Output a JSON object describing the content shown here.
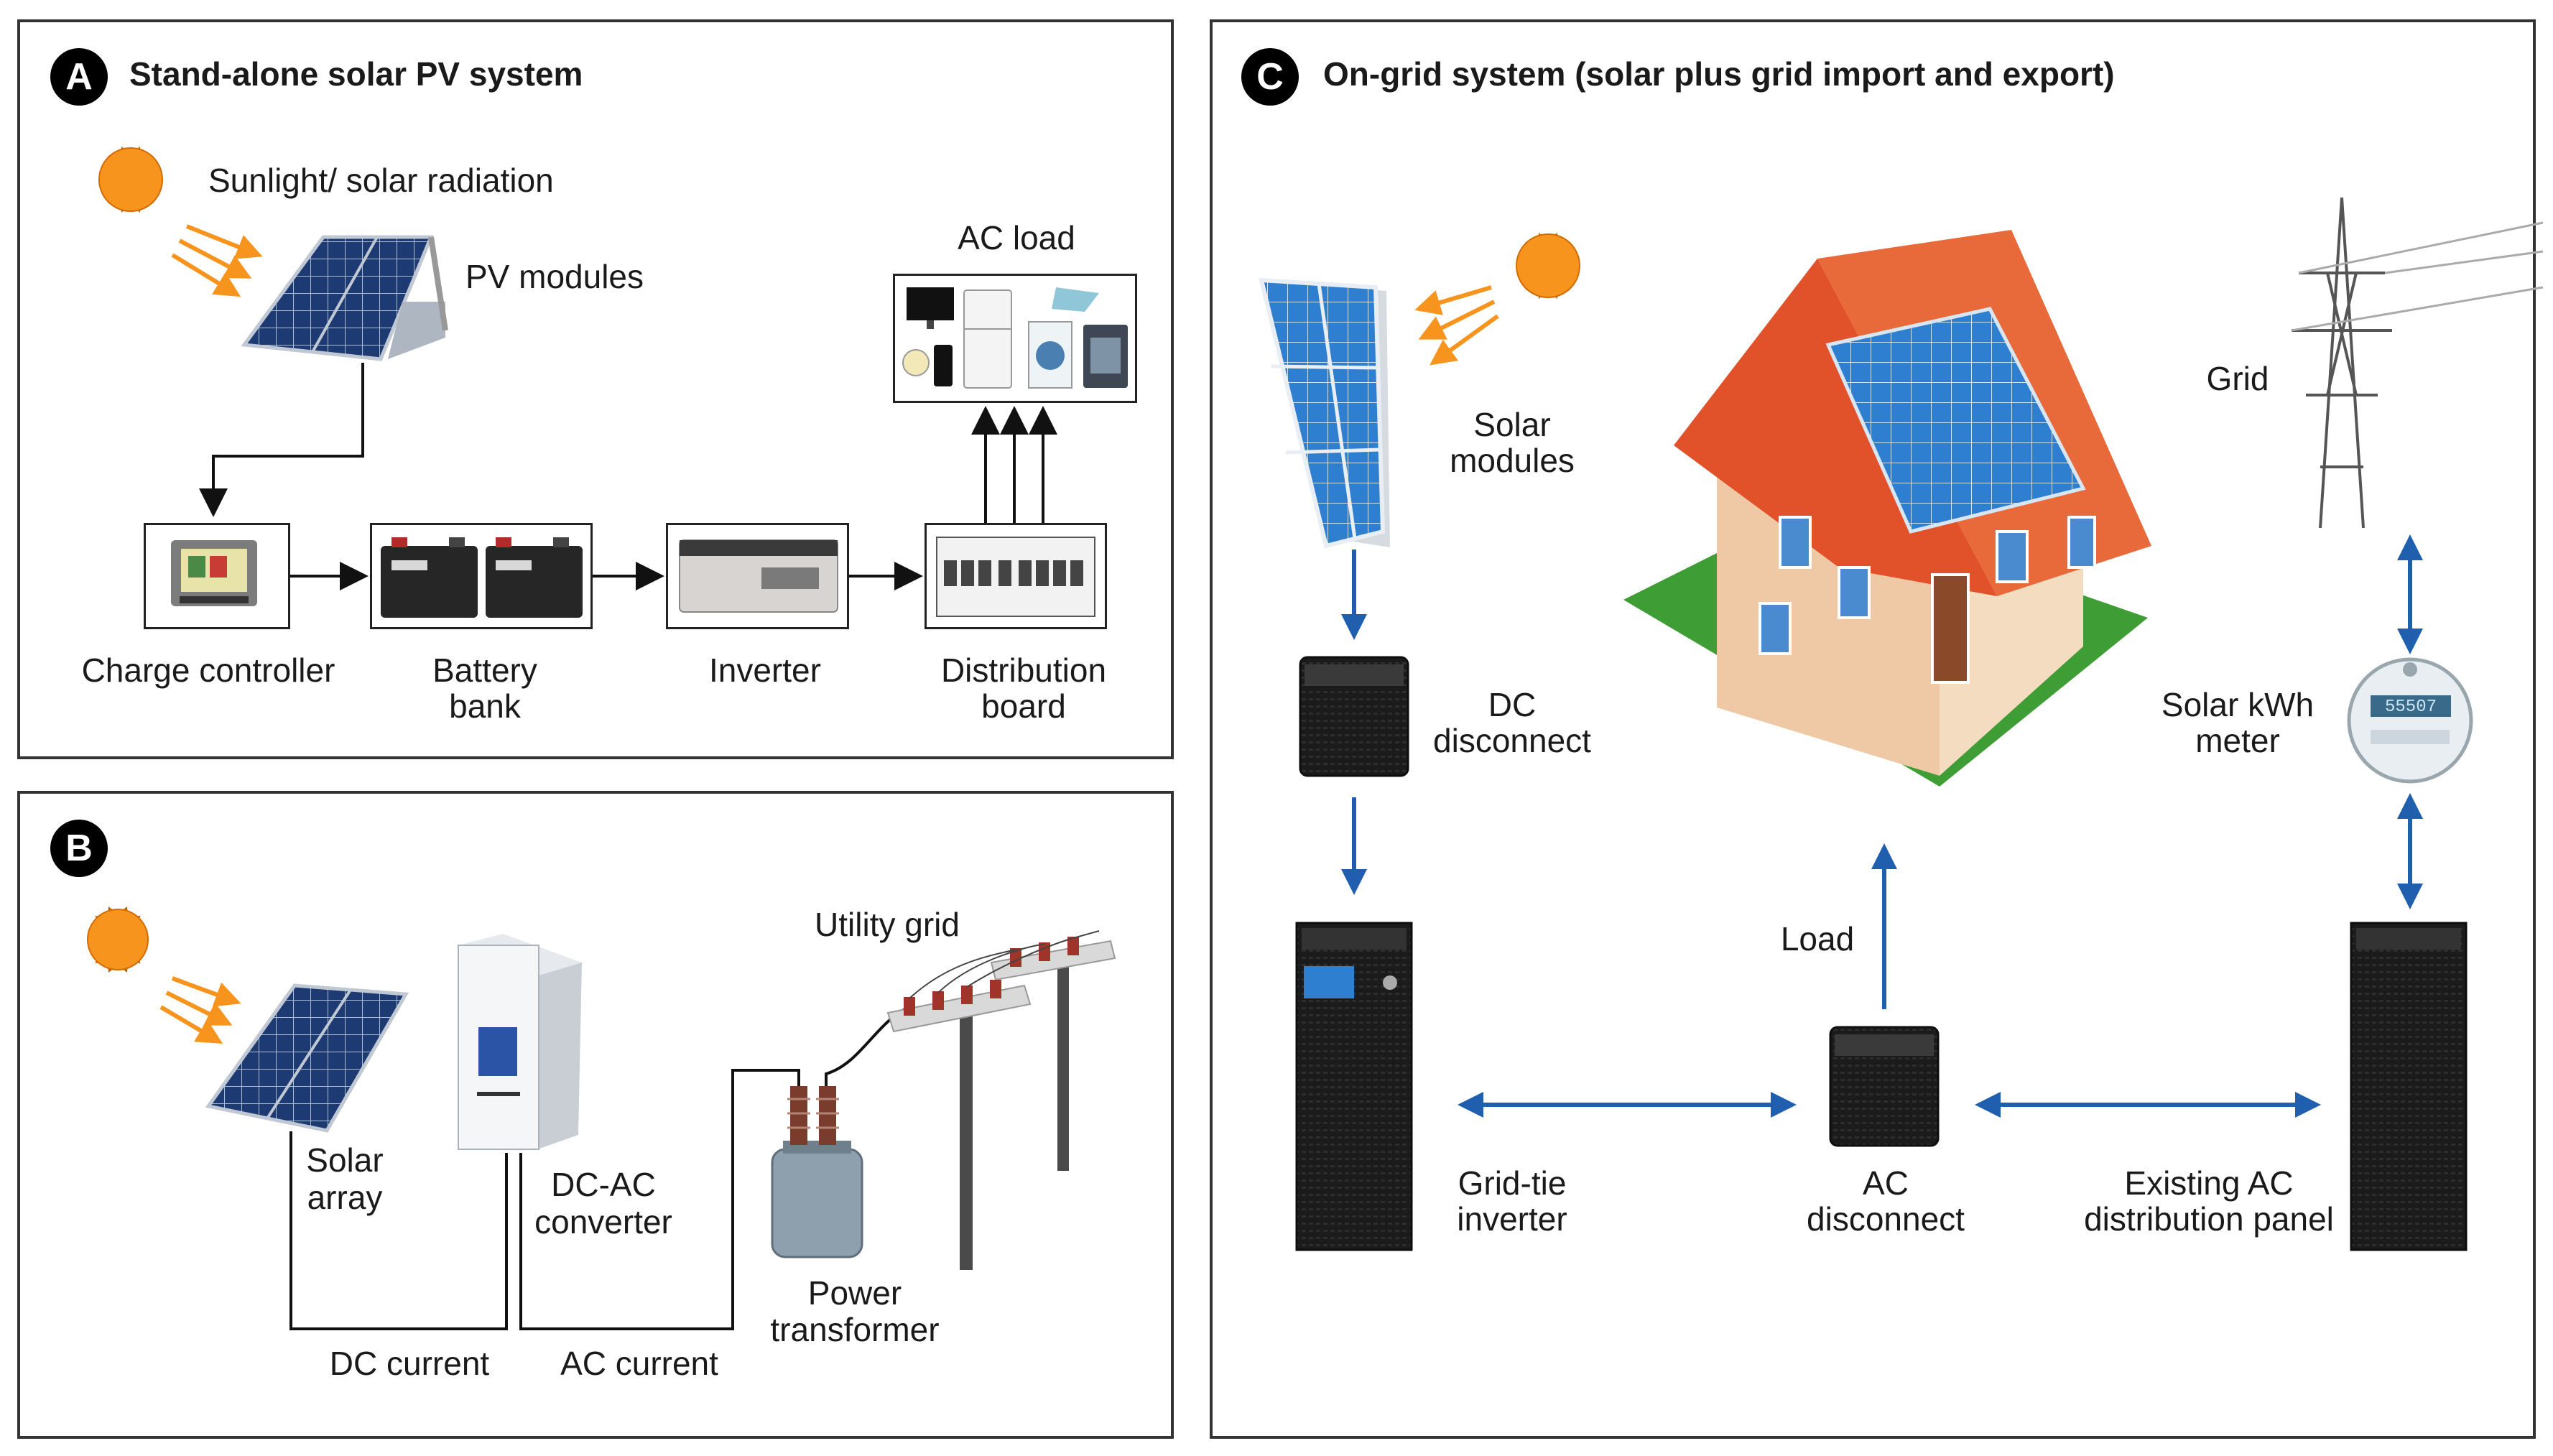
{
  "panel_a": {
    "badge": "A",
    "title": "Stand-alone solar PV system",
    "sunlight_label": "Sunlight/ solar radiation",
    "pv_modules_label": "PV modules",
    "ac_load_label": "AC load",
    "charge_controller_label": "Charge controller",
    "battery_bank_label": [
      "Battery",
      "bank"
    ],
    "inverter_label": "Inverter",
    "distribution_board_label": [
      "Distribution",
      "board"
    ]
  },
  "panel_b": {
    "badge": "B",
    "utility_grid_label": "Utility grid",
    "solar_array_label": [
      "Solar",
      "array"
    ],
    "dc_ac_converter_label": [
      "DC-AC",
      "converter"
    ],
    "power_transformer_label": [
      "Power",
      "transformer"
    ],
    "dc_current_label": "DC current",
    "ac_current_label": "AC current"
  },
  "panel_c": {
    "badge": "C",
    "title": "On-grid system (solar plus grid import and export)",
    "solar_modules_label": [
      "Solar",
      "modules"
    ],
    "grid_label": "Grid",
    "dc_disconnect_label": [
      "DC",
      "disconnect"
    ],
    "solar_kwh_meter_label": [
      "Solar kWh",
      "meter"
    ],
    "load_label": "Load",
    "grid_tie_inverter_label": [
      "Grid-tie",
      "inverter"
    ],
    "ac_disconnect_label": [
      "AC",
      "disconnect"
    ],
    "existing_ac_panel_label": [
      "Existing AC",
      "distribution panel"
    ],
    "meter_display": "55507"
  },
  "colors": {
    "sun": "#f7941d",
    "sun_ray": "#f7941d",
    "arrow_blue": "#1f5fae",
    "panel_blue": "#2f6fb8",
    "roof": "#e2522a",
    "wall": "#f1d8b6",
    "lawn": "#3f9d36"
  }
}
